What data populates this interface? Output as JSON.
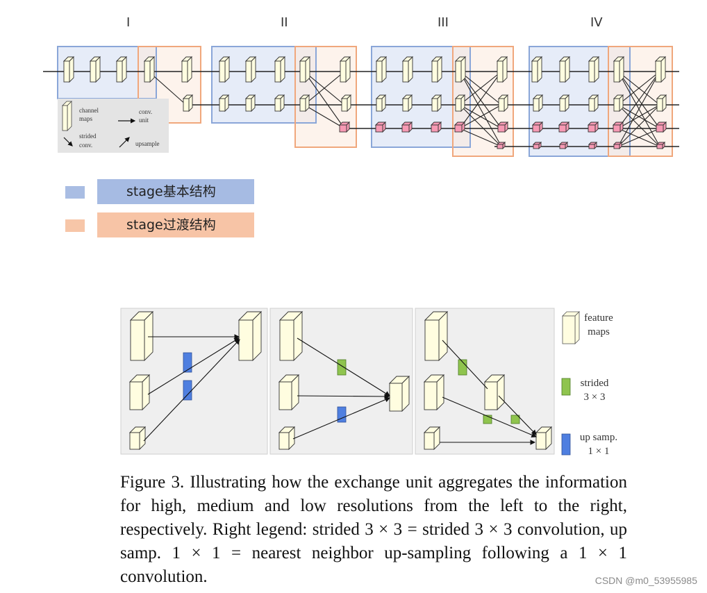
{
  "top_figure": {
    "stage_numerals": [
      "I",
      "II",
      "III",
      "IV"
    ],
    "inset_legend": {
      "channel_maps": "channel\nmaps",
      "conv_unit": "conv.\nunit",
      "strided_conv": "strided\nconv.",
      "upsample": "upsample"
    },
    "legend": [
      {
        "label": "stage基本结构",
        "swatch_color": "#a9bde3",
        "box_color": "#a6bbe3"
      },
      {
        "label": "stage过渡结构",
        "swatch_color": "#f7c6a8",
        "box_color": "#f7c4a6"
      }
    ]
  },
  "bottom_figure": {
    "legend": {
      "feature_maps": "feature\nmaps",
      "strided": "strided\n3 × 3",
      "up_samp": "up samp.\n1 × 1"
    },
    "caption": "Figure 3. Illustrating how the exchange unit aggregates the information for high, medium and low resolutions from the left to the right, respectively. Right legend: strided 3 × 3 = strided 3 × 3 convolution, up samp. 1 × 1 = nearest neighbor up-sampling following a 1 × 1 convolution."
  },
  "watermark": "CSDN @m0_53955985",
  "colors": {
    "stage_basic": "#7f9fd6",
    "stage_transition": "#f0a77c",
    "feature_map": "#fffde0",
    "strided": "#8fc44e",
    "upsample": "#4f7fe0",
    "low_res_block": "#f79ab4"
  }
}
